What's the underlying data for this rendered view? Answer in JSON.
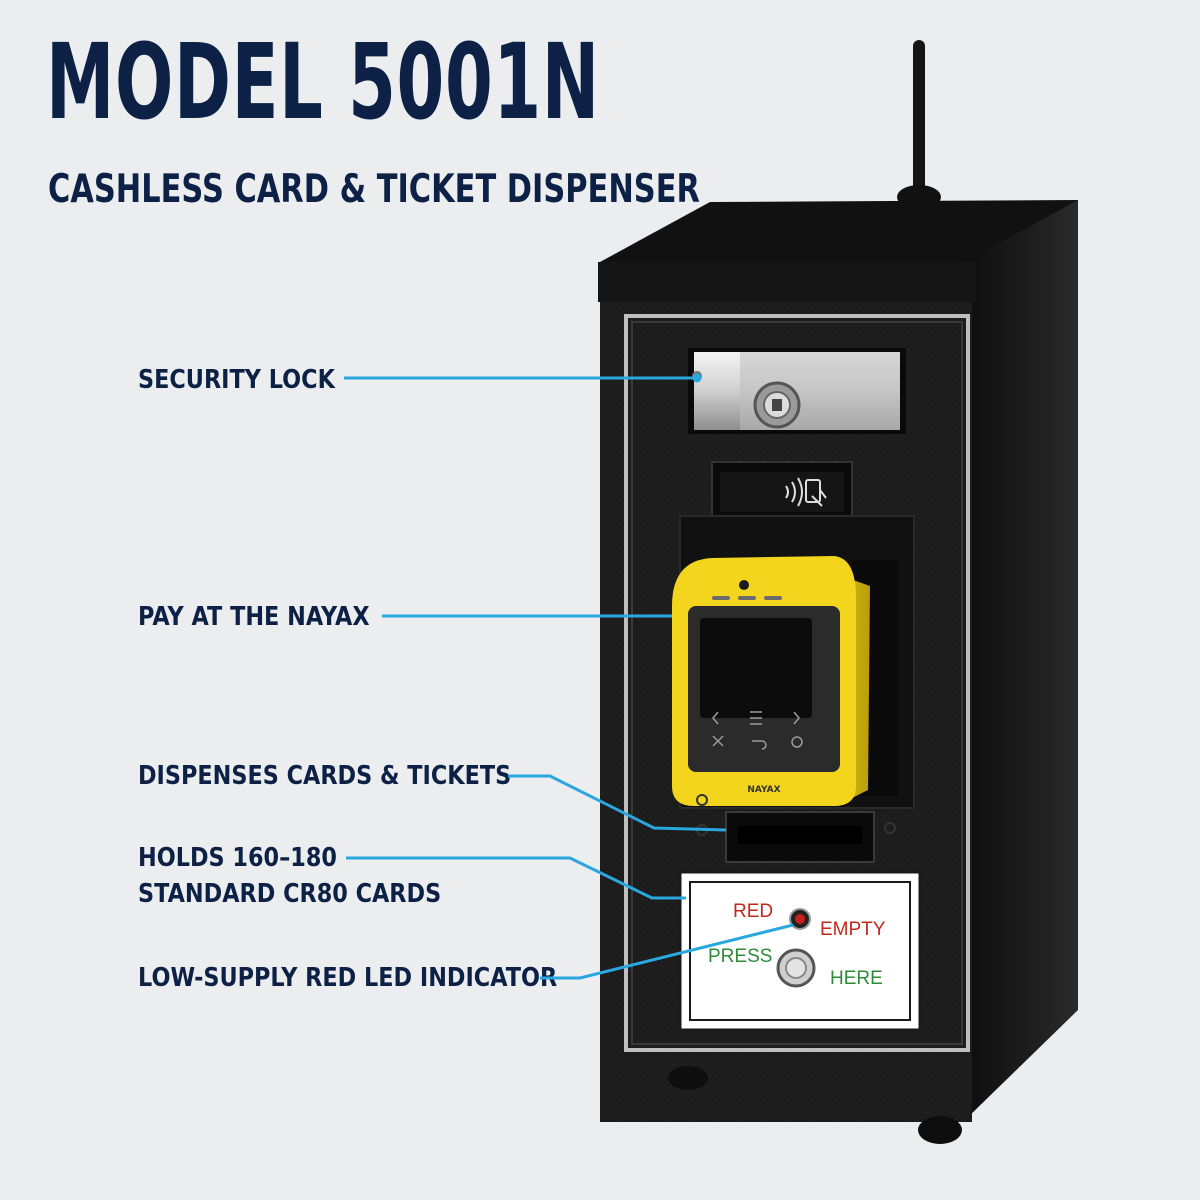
{
  "header": {
    "title": "MODEL 5001N",
    "subtitle": "CASHLESS CARD & TICKET DISPENSER"
  },
  "callouts": {
    "security_lock": "SECURITY LOCK",
    "pay": "PAY AT THE NAYAX",
    "dispenses": "DISPENSES CARDS & TICKETS",
    "holds_line1": "HOLDS 160–180",
    "holds_line2": "STANDARD CR80 CARDS",
    "led": "LOW-SUPPLY RED LED INDICATOR"
  },
  "device": {
    "reader_brand": "NAYAX",
    "indicator_red": "RED",
    "indicator_empty": "EMPTY",
    "button_press": "PRESS",
    "button_here": "HERE"
  },
  "colors": {
    "title": "#0c2145",
    "callout_line": "#29a7de",
    "cabinet": "#1a1a1a",
    "reader_body": "#f2d51c",
    "led_red": "#c8201c",
    "label_red": "#c0281c",
    "label_green": "#2e8b3a"
  }
}
